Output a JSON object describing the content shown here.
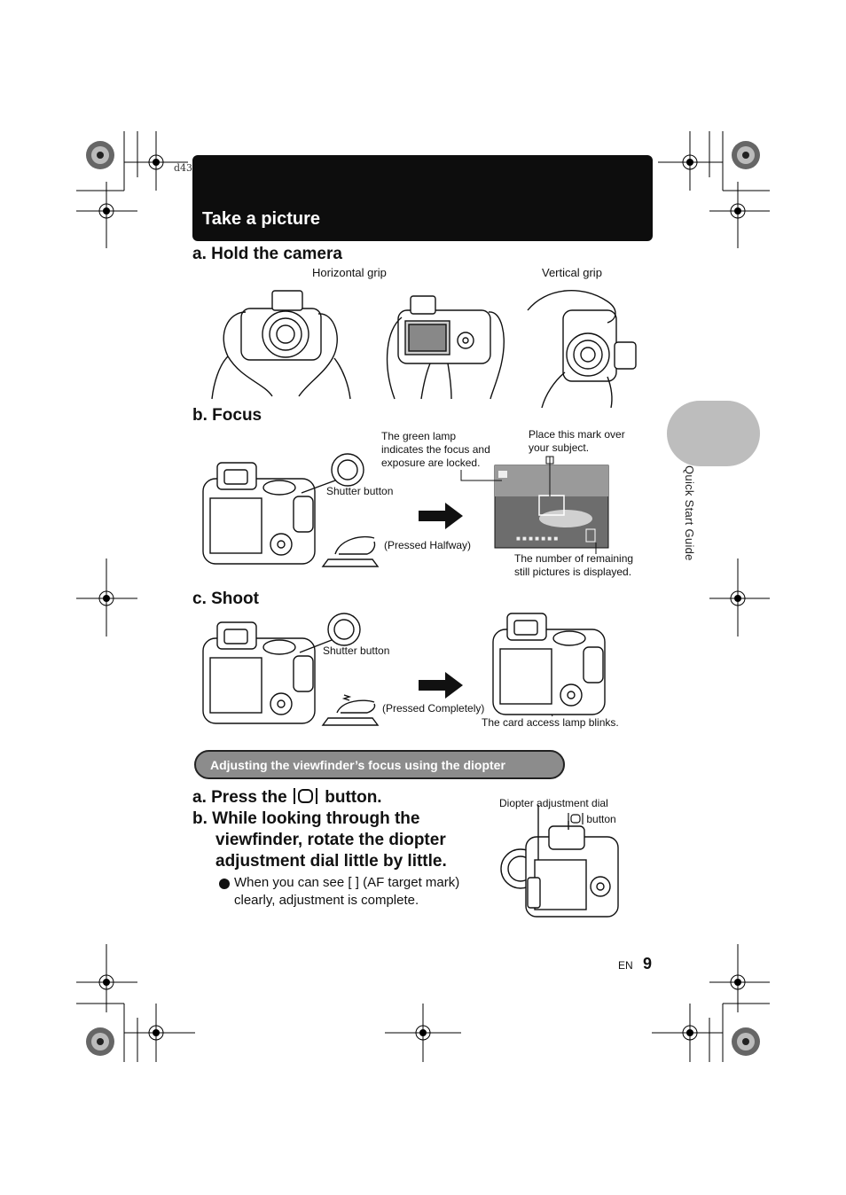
{
  "header": {
    "job_code": "d43",
    "title": "Take a picture"
  },
  "side_tab": {
    "label": "Quick Start Guide"
  },
  "section_a": {
    "title": "a.  Hold the camera",
    "horizontal_label": "Horizontal grip",
    "vertical_label": "Vertical grip"
  },
  "section_b": {
    "title": "b.  Focus",
    "shutter_label": "Shutter button",
    "pressed_label": "(Pressed Halfway)",
    "green_lamp": [
      "The green lamp",
      "indicates the focus and",
      "exposure are locked."
    ],
    "place_mark": [
      "Place this mark over",
      "your subject."
    ],
    "remaining": [
      "The number of remaining",
      "still pictures is displayed."
    ]
  },
  "section_c": {
    "title": "c.  Shoot",
    "shutter_label": "Shutter button",
    "pressed_label": "(Pressed Completely)",
    "card_lamp": "The card access lamp blinks."
  },
  "diopter": {
    "banner": "Adjusting the viewfinder’s focus using the diopter",
    "step_a_pre": "a.  Press the ",
    "step_a_post": " button.",
    "step_b": [
      "b.  While looking through the",
      "viewfinder, rotate the diopter",
      "adjustment dial little by little."
    ],
    "bullet": [
      "When you can see [ ] (AF target mark)",
      "clearly, adjustment is complete."
    ],
    "dial_label": "Diopter adjustment dial",
    "button_label": "button"
  },
  "footer": {
    "lang": "EN",
    "page": "9"
  },
  "colors": {
    "header_bg": "#0d0d0d",
    "side_tab": "#bdbdbd",
    "banner_bg": "#8c8c8c"
  }
}
